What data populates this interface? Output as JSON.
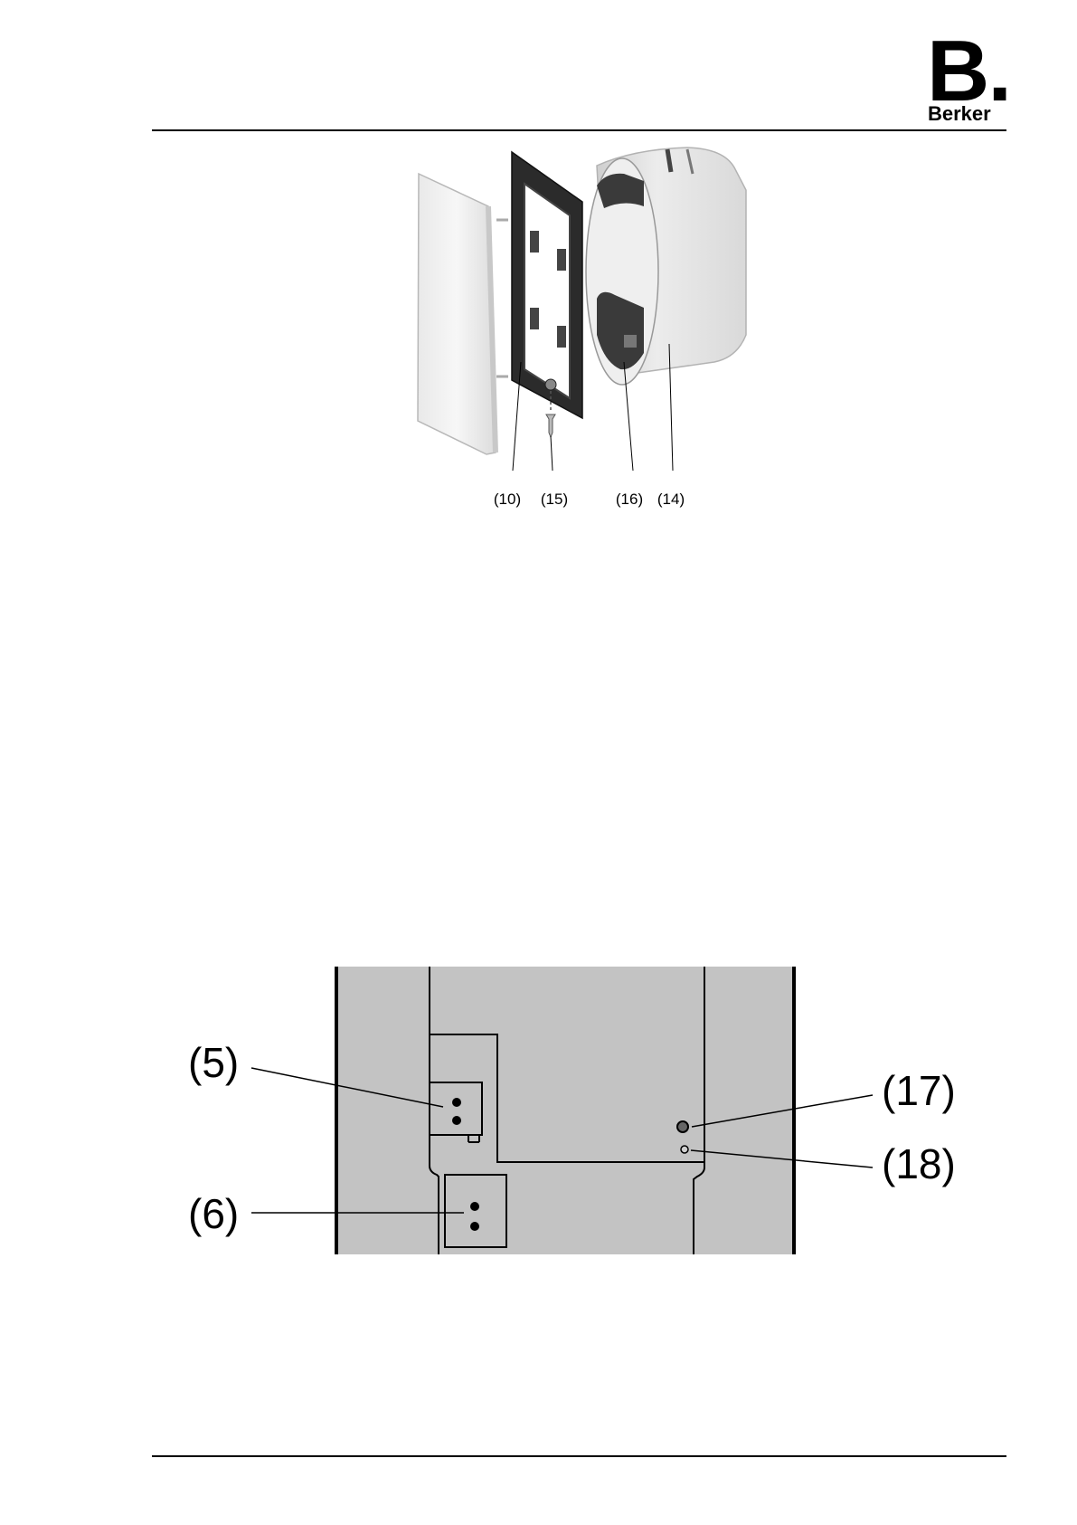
{
  "logo": {
    "mark": "B.",
    "wordmark": "Berker"
  },
  "figure1": {
    "labels": [
      "(10)",
      "(15)",
      "(16)",
      "(14)"
    ]
  },
  "figure2": {
    "labels": [
      "(5)",
      "(6)",
      "(17)",
      "(18)"
    ]
  }
}
